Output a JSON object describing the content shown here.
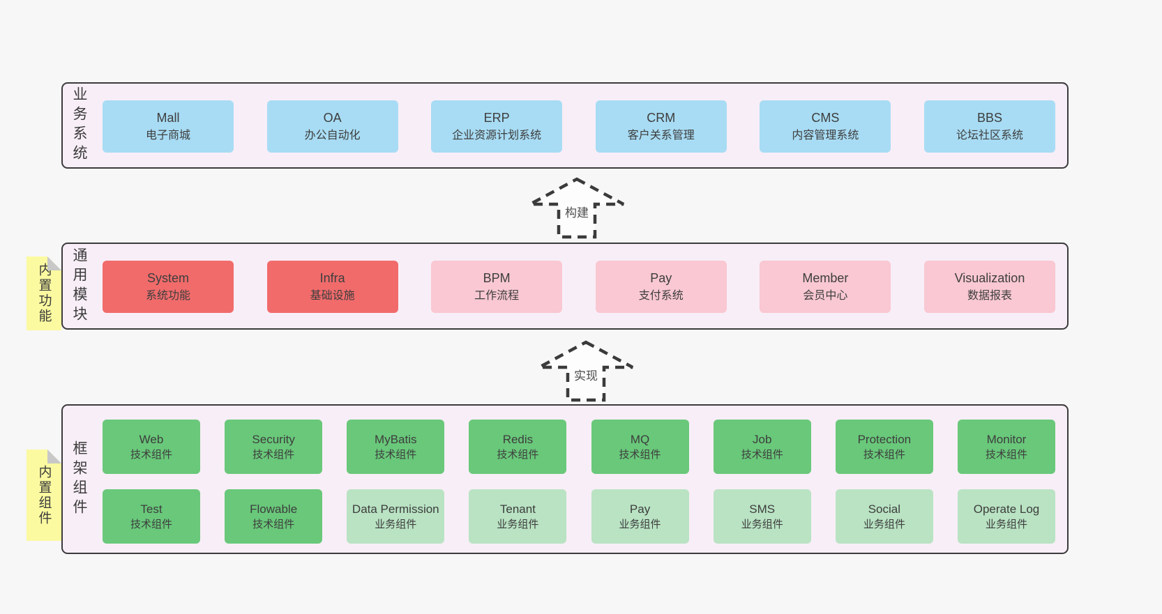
{
  "layers": {
    "business": {
      "side_label": "业务系统",
      "boxes": [
        {
          "name": "Mall",
          "desc": "电子商城"
        },
        {
          "name": "OA",
          "desc": "办公自动化"
        },
        {
          "name": "ERP",
          "desc": "企业资源计划系统"
        },
        {
          "name": "CRM",
          "desc": "客户关系管理"
        },
        {
          "name": "CMS",
          "desc": "内容管理系统"
        },
        {
          "name": "BBS",
          "desc": "论坛社区系统"
        }
      ]
    },
    "modules": {
      "note": "内置功能",
      "side_label": "通用模块",
      "boxes": [
        {
          "name": "System",
          "desc": "系统功能"
        },
        {
          "name": "Infra",
          "desc": "基础设施"
        },
        {
          "name": "BPM",
          "desc": "工作流程"
        },
        {
          "name": "Pay",
          "desc": "支付系统"
        },
        {
          "name": "Member",
          "desc": "会员中心"
        },
        {
          "name": "Visualization",
          "desc": "数据报表"
        }
      ]
    },
    "components": {
      "note": "内置组件",
      "side_label": "框架组件",
      "row1": [
        {
          "name": "Web",
          "desc": "技术组件"
        },
        {
          "name": "Security",
          "desc": "技术组件"
        },
        {
          "name": "MyBatis",
          "desc": "技术组件"
        },
        {
          "name": "Redis",
          "desc": "技术组件"
        },
        {
          "name": "MQ",
          "desc": "技术组件"
        },
        {
          "name": "Job",
          "desc": "技术组件"
        },
        {
          "name": "Protection",
          "desc": "技术组件"
        },
        {
          "name": "Monitor",
          "desc": "技术组件"
        }
      ],
      "row2": [
        {
          "name": "Test",
          "desc": "技术组件"
        },
        {
          "name": "Flowable",
          "desc": "技术组件"
        },
        {
          "name": "Data Permission",
          "desc": "业务组件"
        },
        {
          "name": "Tenant",
          "desc": "业务组件"
        },
        {
          "name": "Pay",
          "desc": "业务组件"
        },
        {
          "name": "SMS",
          "desc": "业务组件"
        },
        {
          "name": "Social",
          "desc": "业务组件"
        },
        {
          "name": "Operate Log",
          "desc": "业务组件"
        }
      ]
    }
  },
  "arrows": [
    {
      "label": "构建"
    },
    {
      "label": "实现"
    }
  ],
  "colors": {
    "page_background": "#f7f7f7",
    "panel_background": "#f8eef7",
    "panel_border": "#3b3b3b",
    "business_box": "#a8dcf4",
    "module_core_box": "#f16b6b",
    "module_optional_box": "#f9c8d2",
    "tech_component_box": "#69c87a",
    "biz_component_box": "#b9e3c3",
    "sticky_note": "#fbfaa0",
    "note_fold": "#c8c8c8",
    "text": "#3d3d3d"
  }
}
